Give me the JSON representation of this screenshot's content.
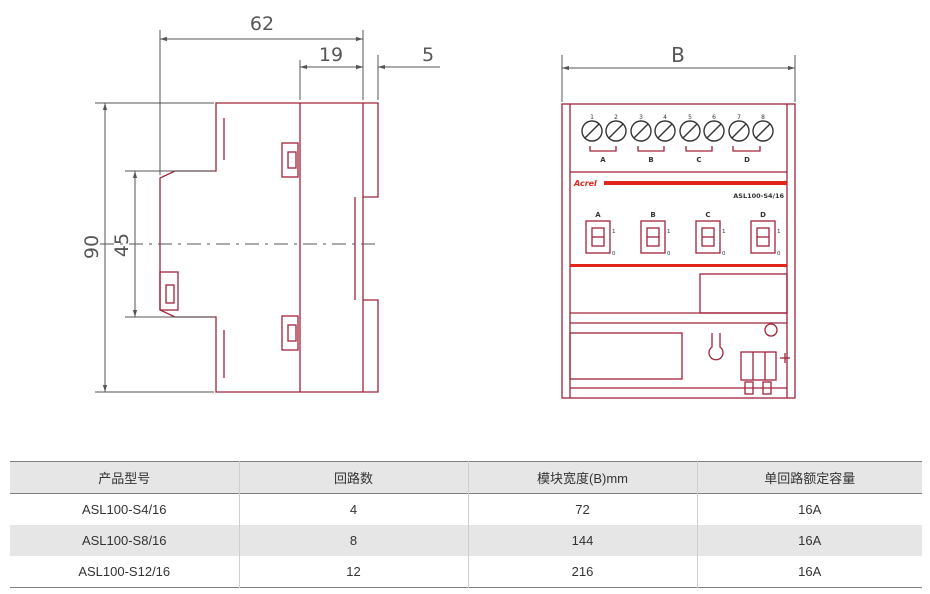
{
  "drawing": {
    "side_view": {
      "dim_total_depth": "62",
      "dim_step": "19",
      "dim_small": "5",
      "dim_total_height": "90",
      "dim_rail_height": "45"
    },
    "front_view": {
      "dim_width": "B",
      "terminal_numbers": [
        "1",
        "2",
        "3",
        "4",
        "5",
        "6",
        "7",
        "8"
      ],
      "channel_labels": [
        "A",
        "B",
        "C",
        "D"
      ],
      "brand": "Acrel",
      "model": "ASL100-S4/16",
      "switch_on_label": "1",
      "switch_off_label": "0"
    },
    "colors": {
      "outline": "#a0243a",
      "dimension": "#555555",
      "accent_red": "#e1251b"
    }
  },
  "table": {
    "headers": [
      "产品型号",
      "回路数",
      "模块宽度(B)mm",
      "单回路额定容量"
    ],
    "rows": [
      [
        "ASL100-S4/16",
        "4",
        "72",
        "16A"
      ],
      [
        "ASL100-S8/16",
        "8",
        "144",
        "16A"
      ],
      [
        "ASL100-S12/16",
        "12",
        "216",
        "16A"
      ]
    ]
  }
}
